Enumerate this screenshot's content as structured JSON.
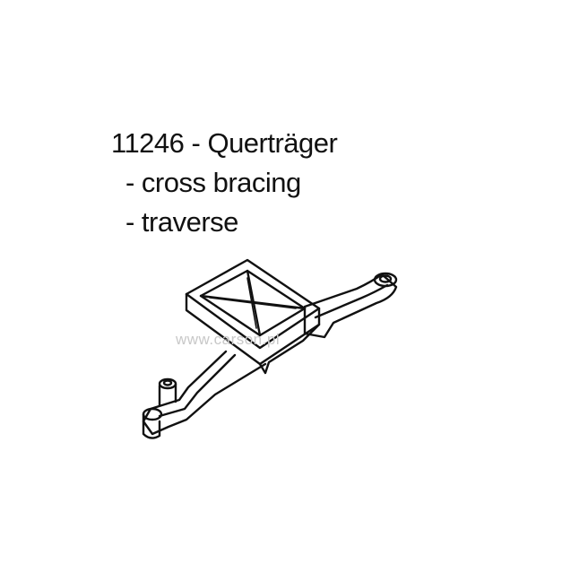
{
  "part": {
    "title": "11246 - Querträger",
    "translations": [
      "- cross bracing",
      "- traverse"
    ]
  },
  "watermark": "www.carson.pl",
  "colors": {
    "ink": "#111111",
    "paper": "#ffffff",
    "watermark": "#c8c8c8"
  }
}
